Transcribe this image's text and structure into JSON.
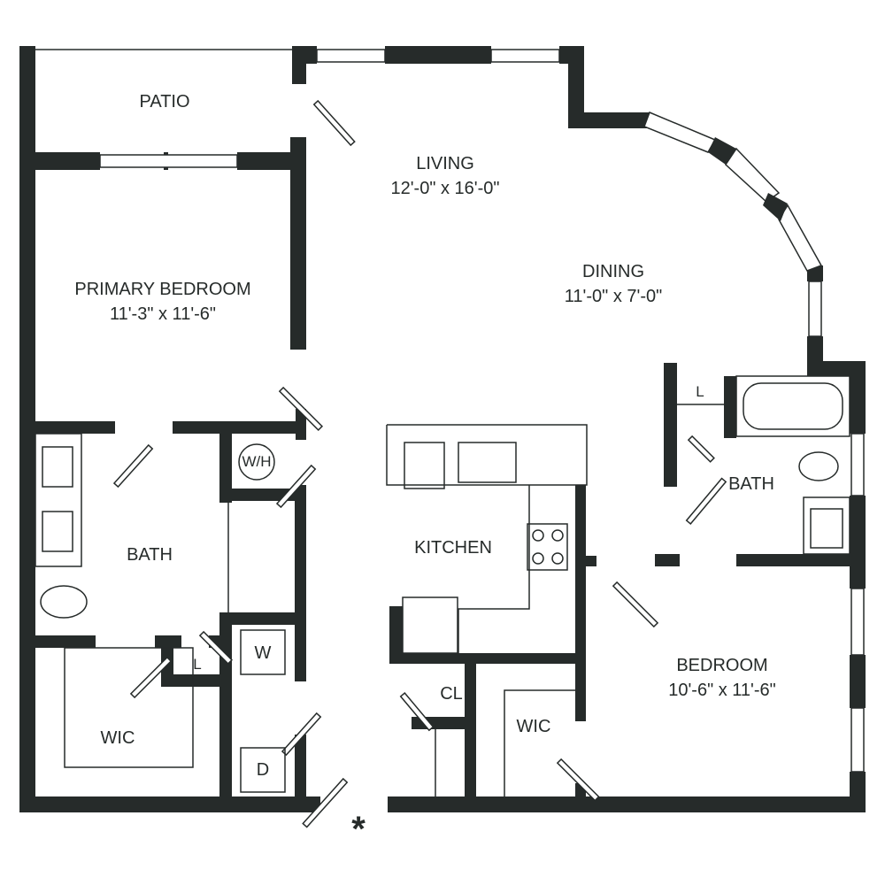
{
  "rooms": {
    "patio": {
      "name": "PATIO"
    },
    "living": {
      "name": "LIVING",
      "size": "12'-0\" x 16'-0\""
    },
    "dining": {
      "name": "DINING",
      "size": "11'-0\" x 7'-0\""
    },
    "primary_bedroom": {
      "name": "PRIMARY BEDROOM",
      "size": "11'-3\" x 11'-6\""
    },
    "primary_bath": {
      "name": "BATH"
    },
    "kitchen": {
      "name": "KITCHEN"
    },
    "bath2": {
      "name": "BATH"
    },
    "bedroom": {
      "name": "BEDROOM",
      "size": "10'-6\" x 11'-6\""
    },
    "wic1": {
      "name": "WIC"
    },
    "wic2": {
      "name": "WIC"
    },
    "closet": {
      "name": "CL"
    }
  },
  "fixtures": {
    "water_heater": "W/H",
    "washer": "W",
    "dryer": "D",
    "linen1": "L",
    "linen2": "L"
  },
  "entry_marker": "*",
  "colors": {
    "wall": "#262b2a",
    "background": "#ffffff"
  }
}
